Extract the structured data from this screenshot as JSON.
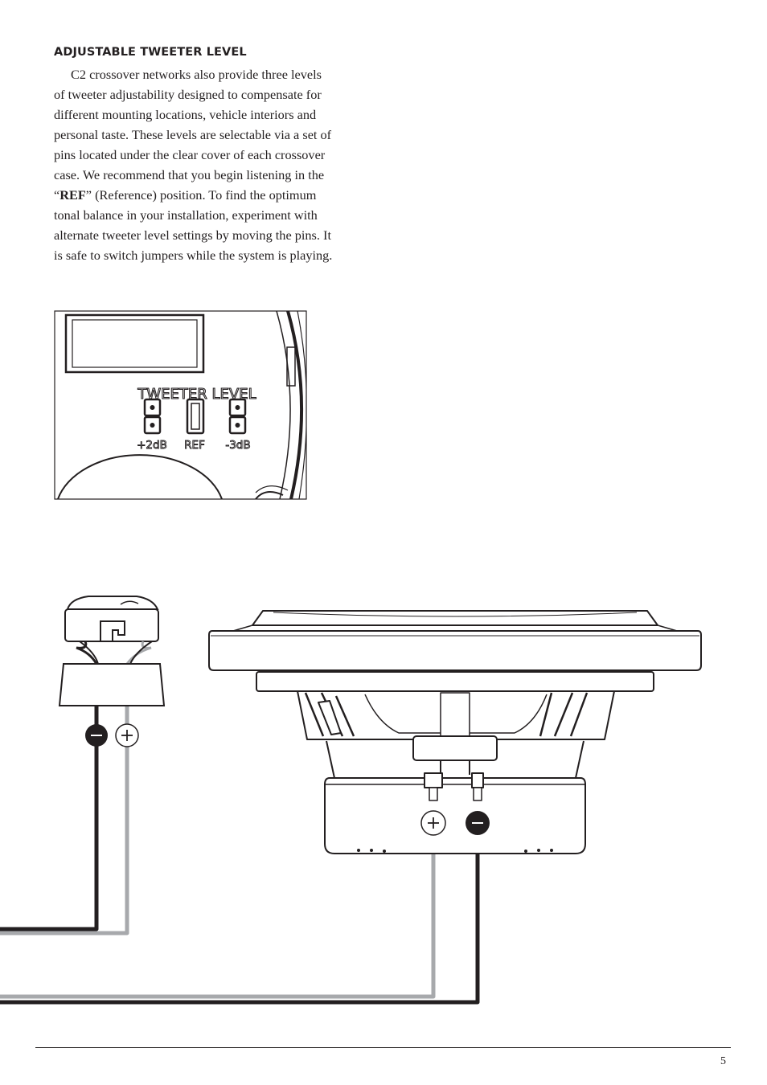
{
  "section": {
    "heading": "ADJUSTABLE TWEETER LEVEL",
    "lines": [
      "C2 crossover networks also provide three levels",
      "of tweeter adjustability designed to compensate for",
      "different mounting locations, vehicle interiors and",
      "personal taste. These levels are selectable via a set of",
      "pins located under the clear cover of each crossover",
      "case. We recommend that you begin listening in the"
    ],
    "ref_line": {
      "open_quote": "“",
      "ref_bold": "REF",
      "rest": "” (Reference) position. To find the optimum"
    },
    "lines_after": [
      "tonal balance in your installation, experiment with",
      "alternate tweeter level settings by moving the pins. It",
      "is safe to switch jumpers while the system is playing."
    ]
  },
  "crossover_panel": {
    "title": "TWEETER LEVEL",
    "settings": [
      "+2dB",
      "REF",
      "-3dB"
    ],
    "selected": "REF"
  },
  "wiring": {
    "tweeter_negative": "−",
    "tweeter_positive": "+",
    "woofer_positive": "+",
    "woofer_negative": "−",
    "negative_wire_color": "#231f20",
    "positive_wire_color": "#a7a9ac"
  },
  "footer": {
    "page_number": "5"
  }
}
